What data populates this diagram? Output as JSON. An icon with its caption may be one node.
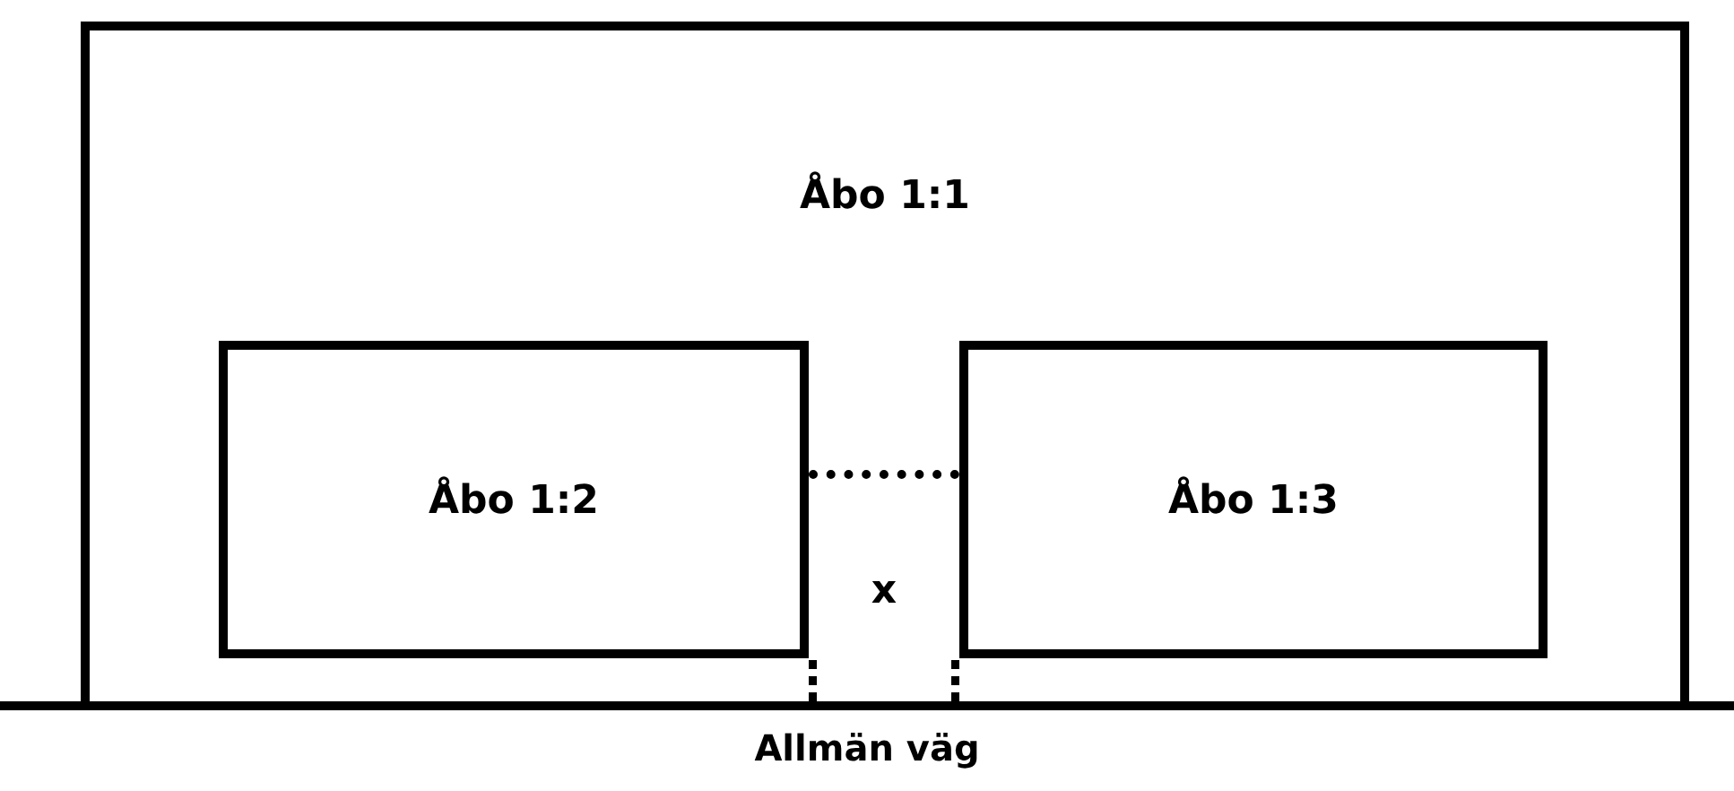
{
  "diagram": {
    "nodes": [
      {
        "text": [
          "Åbo 1:1"
        ]
      },
      {
        "text": [
          "Åbo 1:2"
        ],
        "in": 0
      },
      {
        "text": [
          "Åbo 1:3"
        ],
        "in": 0
      },
      {
        "text": [
          "x"
        ],
        "in": 0
      }
    ],
    "labels": [
      "Allmän väg"
    ]
  }
}
